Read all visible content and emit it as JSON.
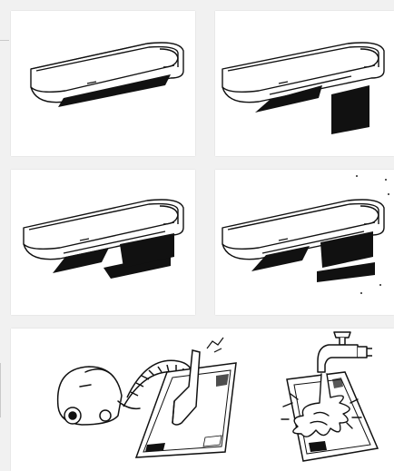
{
  "document": {
    "figure_panels": [
      {
        "id": "step-1",
        "depicts": "ceiling-unit-closed"
      },
      {
        "id": "step-2",
        "depicts": "ceiling-unit-grille-opening"
      },
      {
        "id": "step-3",
        "depicts": "ceiling-unit-grille-open-filter-lowering"
      },
      {
        "id": "step-4",
        "depicts": "ceiling-unit-filter-removed"
      },
      {
        "id": "step-5",
        "depicts": "filter-cleaning-vacuum-and-water"
      }
    ],
    "icons": [
      "air-conditioner-icon",
      "vacuum-cleaner-icon",
      "water-tap-icon",
      "air-filter-icon"
    ],
    "colors": {
      "ink": "#111111",
      "paper": "#ffffff",
      "background": "#f1f1f1"
    }
  }
}
